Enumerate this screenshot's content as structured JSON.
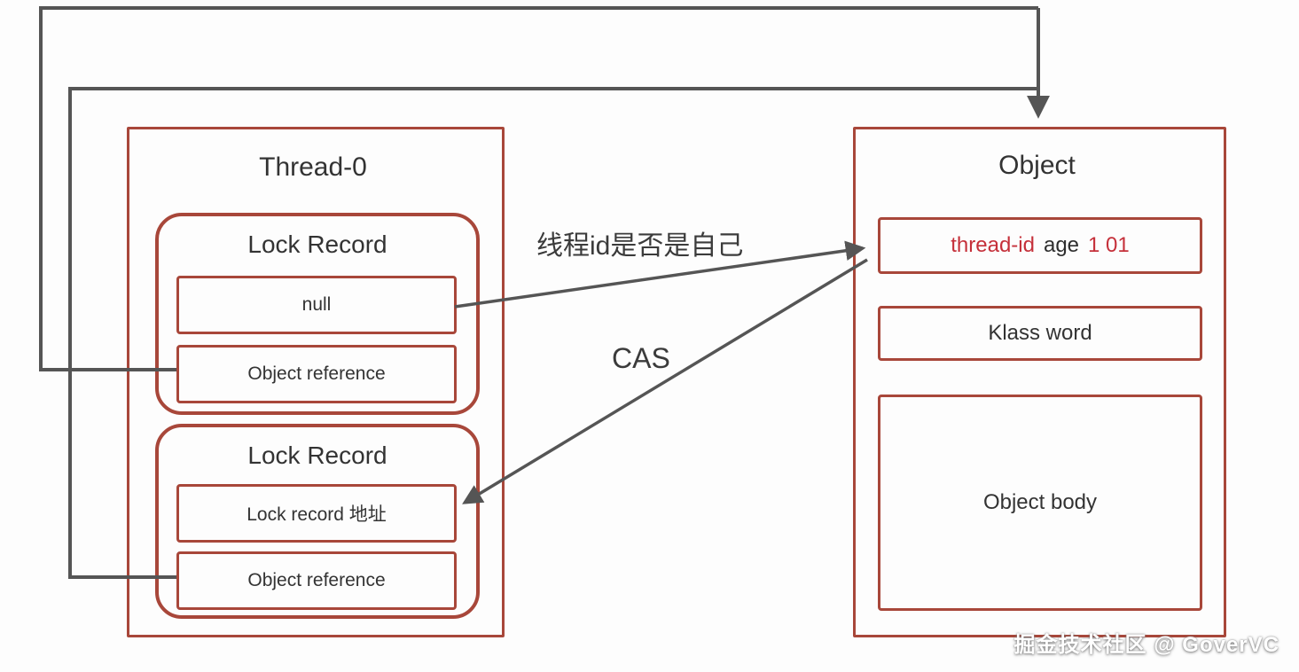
{
  "colors": {
    "box_border": "#a8473a",
    "wire": "#555555",
    "red_text": "#c5303a",
    "text": "#333333"
  },
  "thread_panel": {
    "title": "Thread-0",
    "lock_records": [
      {
        "title": "Lock Record",
        "rows": [
          {
            "label": "null"
          },
          {
            "label": "Object reference"
          }
        ]
      },
      {
        "title": "Lock Record",
        "rows": [
          {
            "label": "Lock record 地址"
          },
          {
            "label": "Object reference"
          }
        ]
      }
    ]
  },
  "object_panel": {
    "title": "Object",
    "header": {
      "thread_id": "thread-id",
      "age_label": "age",
      "bits": "1 01"
    },
    "klass": "Klass word",
    "body": "Object body"
  },
  "arrows": {
    "check_label": "线程id是否是自己",
    "cas_label": "CAS"
  },
  "watermark": "掘金技术社区 @ GoverVC"
}
